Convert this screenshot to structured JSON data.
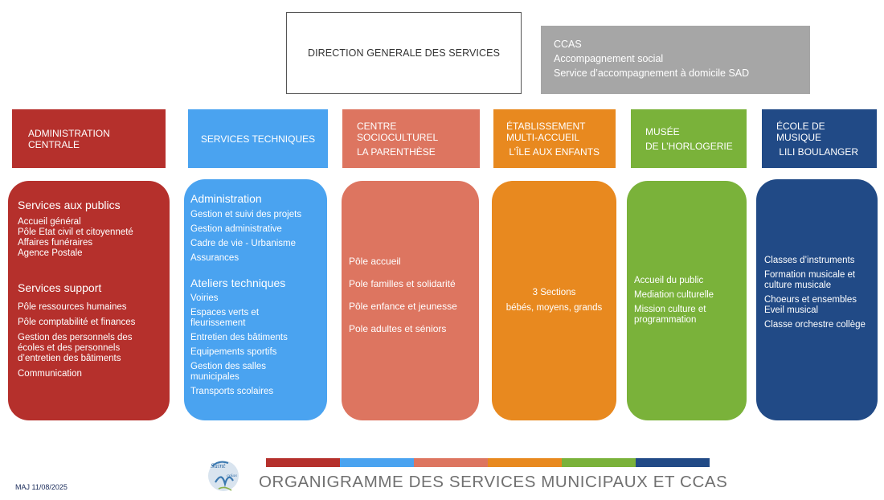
{
  "top": {
    "dgs": "DIRECTION GENERALE  DES SERVICES",
    "ccas": [
      "CCAS",
      "Accompagnement social",
      "Service d’accompagnement à domicile SAD"
    ]
  },
  "colors": {
    "admin": "#b5302c",
    "tech": "#4aa3f0",
    "socio": "#dd7560",
    "creche": "#e8891f",
    "musee": "#7ab23a",
    "ecole": "#214a86",
    "ccas": "#a6a6a6"
  },
  "departments": [
    {
      "lines": [
        "ADMINISTRATION",
        "CENTRALE"
      ]
    },
    {
      "lines": [
        "SERVICES TECHNIQUES"
      ]
    },
    {
      "lines": [
        "CENTRE",
        "SOCIOCULTUREL",
        "LA PARENTHÈSE"
      ]
    },
    {
      "lines": [
        "ÉTABLISSEMENT",
        "MULTI-ACCUEIL",
        " L’ÎLE AUX ENFANTS"
      ]
    },
    {
      "lines": [
        "MUSÉE",
        "DE L’HORLOGERIE"
      ]
    },
    {
      "lines": [
        "ÉCOLE DE",
        "MUSIQUE",
        " LILI BOULANGER"
      ]
    }
  ],
  "admin": {
    "t1": "Services aux publics",
    "i1": [
      "Accueil général",
      "Pôle Etat civil et citoyenneté",
      "Affaires funéraires",
      "Agence Postale"
    ],
    "t2": "Services support",
    "i2a": "Pôle ressources humaines",
    "i2b": "Pôle comptabilité et finances",
    "i2c": [
      "Gestion des personnels des",
      "écoles et des personnels",
      "d’entretien des bâtiments"
    ],
    "i2d": "Communication"
  },
  "tech": {
    "t1": "Administration",
    "i1": [
      "Gestion et suivi des projets",
      "Gestion administrative",
      "Cadre de vie - Urbanisme",
      "Assurances"
    ],
    "t2": "Ateliers techniques",
    "i2a": "Voiries",
    "i2b": [
      "Espaces verts et",
      "fleurissement"
    ],
    "i2c": "Entretien des bâtiments",
    "i2d": "Equipements sportifs",
    "i2e": [
      "Gestion des salles",
      "municipales"
    ],
    "i2f": "Transports scolaires"
  },
  "socio": [
    "Pôle accueil",
    "Pole familles et solidarité",
    "Pôle enfance et jeunesse",
    "Pole adultes et séniors"
  ],
  "creche": [
    "3 Sections",
    "bébés, moyens, grands"
  ],
  "musee": {
    "a": "Accueil du public",
    "b": "Mediation culturelle",
    "c": [
      "Mission culture et",
      "programmation"
    ]
  },
  "ecole": {
    "a": "Classes d’instruments",
    "b": [
      "Formation musicale et",
      "culture musicale"
    ],
    "c": [
      "Choeurs et ensembles",
      "Eveil musical"
    ],
    "d": "Classe orchestre collège"
  },
  "footer": {
    "maj": "MAJ 11/08/2025",
    "title": "ORGANIGRAMME DES SERVICES MUNICIPAUX ET CCAS",
    "bar_colors": [
      "#b5302c",
      "#4aa3f0",
      "#dd7560",
      "#e8891f",
      "#7ab23a",
      "#214a86"
    ],
    "logo": "Saint Nicolas d'Aliermont"
  }
}
